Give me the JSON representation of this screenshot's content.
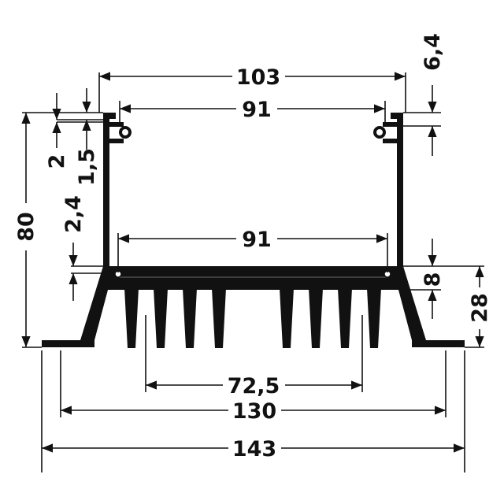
{
  "drawing": {
    "title": "",
    "ink_color": "#111111",
    "background_color": "#ffffff"
  },
  "dimensions": {
    "outer_top_width": "103",
    "inner_top_width": "91",
    "base_inner_width": "91",
    "fin_span": "72,5",
    "foot_span": "130",
    "total_width": "143",
    "total_height": "80",
    "top_offset": "6,4",
    "base_thickness": "8",
    "base_height": "28",
    "flange_thickness": "2",
    "wall_thickness": "1,5",
    "slot_width": "2,4"
  }
}
